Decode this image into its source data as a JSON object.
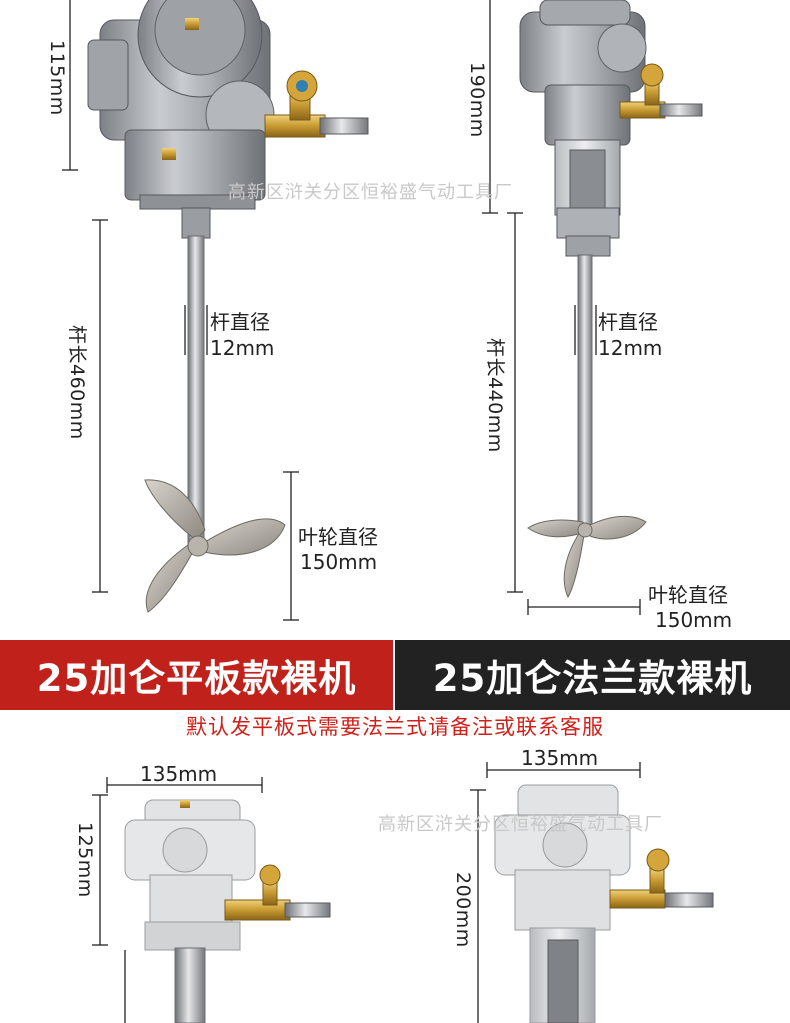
{
  "watermark": "高新区浒关分区恒裕盛气动工具厂",
  "left_top": {
    "height_label": "115mm",
    "rod_length_label": "杆长460mm",
    "rod_diameter_title": "杆直径",
    "rod_diameter_value": "12mm",
    "impeller_title": "叶轮直径",
    "impeller_value": "150mm"
  },
  "right_top": {
    "height_label": "190mm",
    "rod_length_label": "杆长440mm",
    "rod_diameter_title": "杆直径",
    "rod_diameter_value": "12mm",
    "impeller_title": "叶轮直径",
    "impeller_value": "150mm"
  },
  "banners": {
    "left": "25加仑平板款裸机",
    "right": "25加仑法兰款裸机",
    "left_color": "#c0221b",
    "right_color": "#222222"
  },
  "note": "默认发平板式需要法兰式请备注或联系客服",
  "left_bottom": {
    "width_label": "135mm",
    "height_label": "125mm"
  },
  "right_bottom": {
    "width_label": "135mm",
    "height_label": "200mm"
  }
}
